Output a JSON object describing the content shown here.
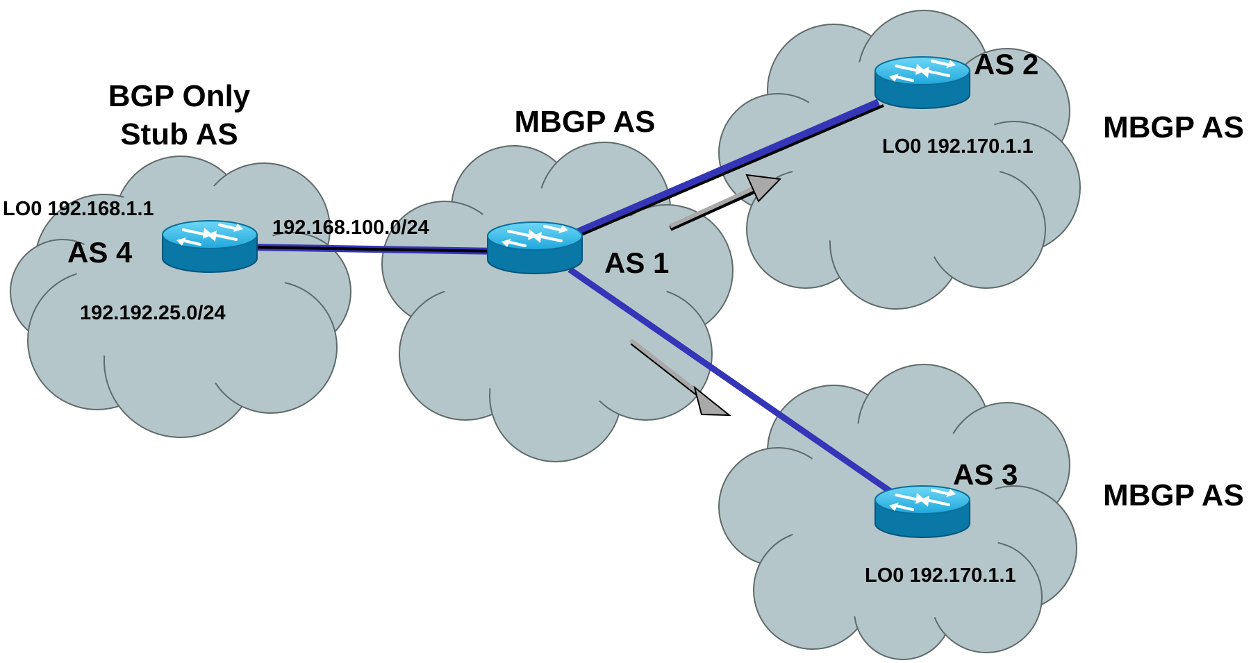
{
  "diagram": {
    "left_cloud": {
      "title_line1": "BGP Only",
      "title_line2": "Stub AS",
      "loopback": "LO0 192.168.1.1",
      "as_label": "AS 4",
      "network": "192.192.25.0/24"
    },
    "center_cloud": {
      "title": "MBGP AS",
      "as_label": "AS 1"
    },
    "link_label": "192.168.100.0/24",
    "top_right_cloud": {
      "as_label": "AS 2",
      "loopback": "LO0 192.170.1.1",
      "side_label": "MBGP AS"
    },
    "bottom_right_cloud": {
      "as_label": "AS 3",
      "loopback": "LO0 192.170.1.1",
      "side_label": "MBGP AS"
    },
    "colors": {
      "cloud_fill": "#b4c6c9",
      "cloud_stroke": "#5f6a6b",
      "link_blue": "#3535b8",
      "router_top": "#3cc0ec",
      "router_body": "#0a7aa8",
      "arrow_gray": "#a9a9a9"
    }
  }
}
